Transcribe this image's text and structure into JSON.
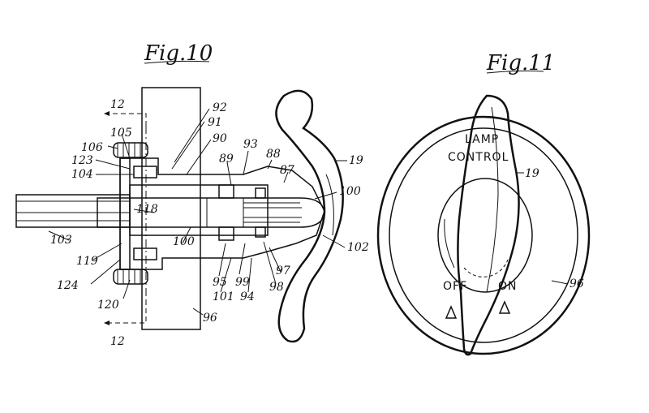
{
  "figures": {
    "fig10": {
      "title": "Fig.10",
      "labels": {
        "l12_top": "12",
        "l105": "105",
        "l106": "106",
        "l123": "123",
        "l104": "104",
        "l92": "92",
        "l91": "91",
        "l90": "90",
        "l89": "89",
        "l93": "93",
        "l88": "88",
        "l87": "87",
        "l19": "19",
        "l100a": "100",
        "l118": "118",
        "l100b": "100",
        "l102": "102",
        "l103": "103",
        "l119": "119",
        "l124": "124",
        "l95": "95",
        "l99": "99",
        "l97": "97",
        "l98": "98",
        "l101": "101",
        "l94": "94",
        "l120": "120",
        "l96": "96",
        "l12_bot": "12"
      }
    },
    "fig11": {
      "title": "Fig.11",
      "dial_line1": "LAMP",
      "dial_line2": "CONTROL",
      "off": "OFF",
      "on": "ON",
      "labels": {
        "l19": "19",
        "l96": "96"
      }
    }
  }
}
